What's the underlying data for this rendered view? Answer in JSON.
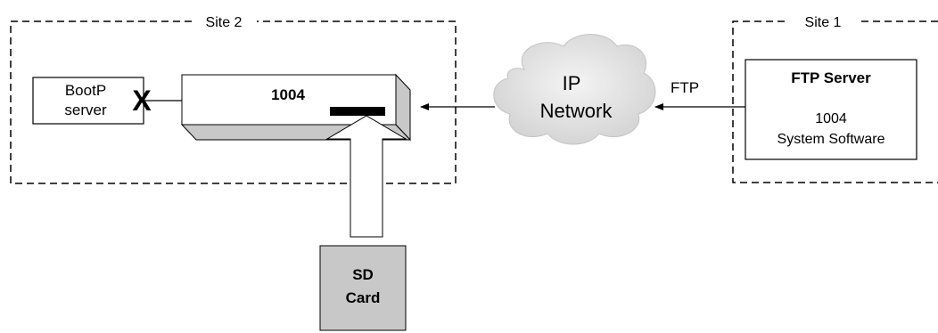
{
  "site2": {
    "label": "Site 2"
  },
  "site1": {
    "label": "Site 1"
  },
  "bootp": {
    "line1": "BootP",
    "line2": "server",
    "status_mark": "X"
  },
  "device": {
    "label": "1004"
  },
  "network": {
    "line1": "IP",
    "line2": "Network"
  },
  "link": {
    "label": "FTP"
  },
  "ftp_server": {
    "title": "FTP Server",
    "line1": "1004",
    "line2": "System Software"
  },
  "sd_card": {
    "line1": "SD",
    "line2": "Card"
  },
  "colors": {
    "stroke": "#000000",
    "device_face": "#ffffff",
    "device_shade": "#c8c8c8",
    "sd_fill": "#c8c8c8",
    "cloud_fill": "#e4e4e4"
  }
}
